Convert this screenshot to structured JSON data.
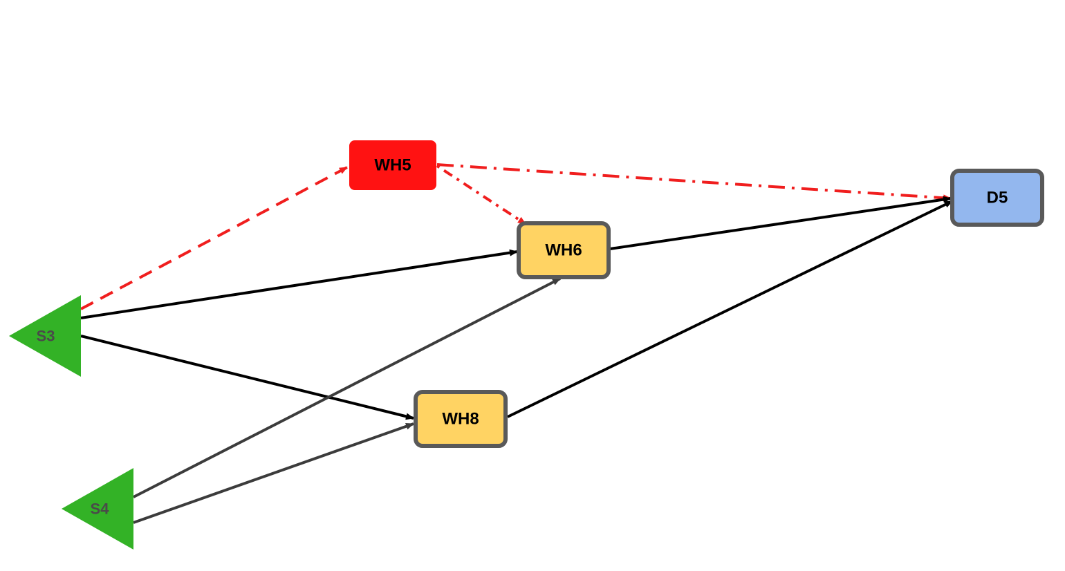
{
  "colors": {
    "source_fill": "#33b226",
    "source_text": "#4a4a4a",
    "warehouse_fill": "#ffd363",
    "warehouse_border": "#595959",
    "disrupted_fill": "#ff1212",
    "destination_fill": "#93b7ee",
    "edge_normal": "#000000",
    "edge_secondary": "#3c3c3c",
    "edge_disrupted": "#f01e1e",
    "label_text": "#000000"
  },
  "nodes": {
    "s3": {
      "label": "S3"
    },
    "s4": {
      "label": "S4"
    },
    "wh5": {
      "label": "WH5"
    },
    "wh6": {
      "label": "WH6"
    },
    "wh8": {
      "label": "WH8"
    },
    "d5": {
      "label": "D5"
    }
  }
}
